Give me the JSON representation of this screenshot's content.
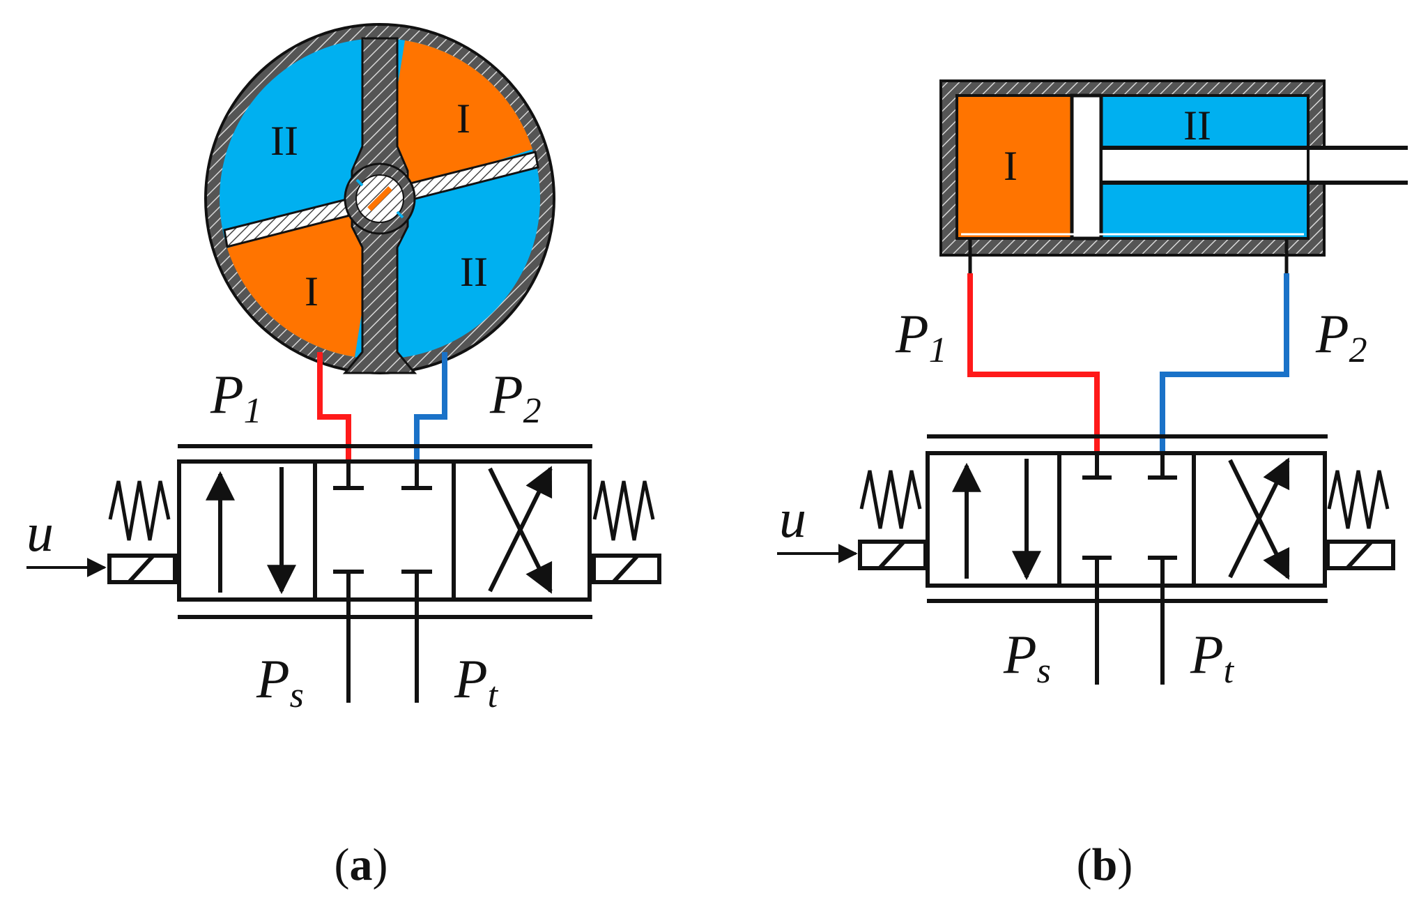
{
  "colors": {
    "chamber_one": "#FF7400",
    "chamber_two": "#00B0F0",
    "line_p1": "#FF1A1A",
    "line_p2": "#1A72C8",
    "housing": "#555555",
    "stroke": "#111111"
  },
  "panel_a": {
    "caption_open": "(",
    "caption_letter": "a",
    "caption_close": ")",
    "chamber_one_label": "I",
    "chamber_two_label": "II",
    "port1": {
      "base": "P",
      "sub": "1"
    },
    "port2": {
      "base": "P",
      "sub": "2"
    },
    "supply": {
      "base": "P",
      "sub": "s"
    },
    "tank": {
      "base": "P",
      "sub": "t"
    },
    "input_label": "u"
  },
  "panel_b": {
    "caption_open": "(",
    "caption_letter": "b",
    "caption_close": ")",
    "chamber_one_label": "I",
    "chamber_two_label": "II",
    "port1": {
      "base": "P",
      "sub": "1"
    },
    "port2": {
      "base": "P",
      "sub": "2"
    },
    "supply": {
      "base": "P",
      "sub": "s"
    },
    "tank": {
      "base": "P",
      "sub": "t"
    },
    "input_label": "u"
  }
}
